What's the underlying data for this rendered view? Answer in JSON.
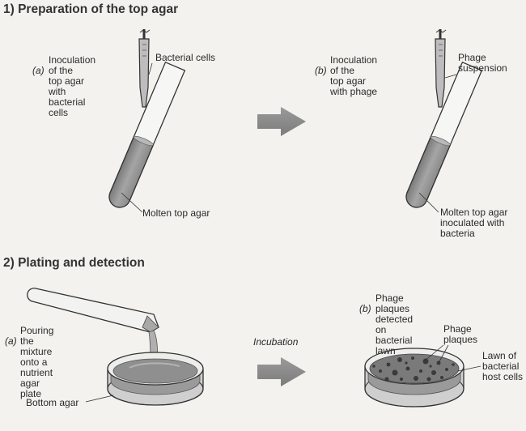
{
  "section1": {
    "title": "1) Preparation of the top agar",
    "a_prefix": "(a)",
    "a_text": "Inoculation of the\ntop agar with\nbacterial cells",
    "bacterial_cells": "Bacterial cells",
    "molten_top_agar": "Molten top agar",
    "b_prefix": "(b)",
    "b_text": "Inoculation of the\ntop agar with phage",
    "phage_suspension": "Phage\nsuspension",
    "molten_inoculated": "Molten top agar\ninoculated with\nbacteria"
  },
  "section2": {
    "title": "2) Plating and detection",
    "a_prefix": "(a)",
    "a_text": "Pouring the mixture\nonto a nutrient agar\nplate",
    "bottom_agar": "Bottom agar",
    "incubation": "Incubation",
    "b_prefix": "(b)",
    "b_text": "Phage plaques\ndetected on\nbacterial lawn",
    "phage_plaques": "Phage\nplaques",
    "lawn": "Lawn of\nbacterial\nhost cells"
  },
  "colors": {
    "ink": "#2a2a2a",
    "agar": "#8a8a8a",
    "arrow": "#8c8c8c",
    "lawn": "#7a7a7a"
  }
}
